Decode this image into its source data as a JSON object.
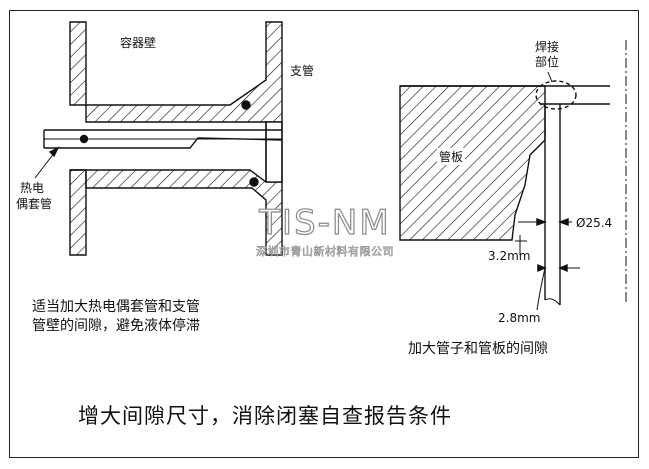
{
  "left_diagram": {
    "vessel_wall_label": "容器壁",
    "branch_pipe_label": "支管",
    "thermowell_label_line1": "热电",
    "thermowell_label_line2": "偶套管",
    "caption_line1": "适当加大热电偶套管和支管",
    "caption_line2": "管壁的间隙，避免液体停滞"
  },
  "right_diagram": {
    "weld_label_line1": "焊接",
    "weld_label_line2": "部位",
    "tube_sheet_label": "管板",
    "diameter_label": "Ø25.4",
    "gap1_label": "3.2mm",
    "gap2_label": "2.8mm",
    "caption": "加大管子和管板的间隙"
  },
  "watermark": {
    "logo": "TIS-NM",
    "company": "深圳市青山新材料有限公司"
  },
  "title": "增大间隙尺寸，消除闭塞自查报告条件"
}
